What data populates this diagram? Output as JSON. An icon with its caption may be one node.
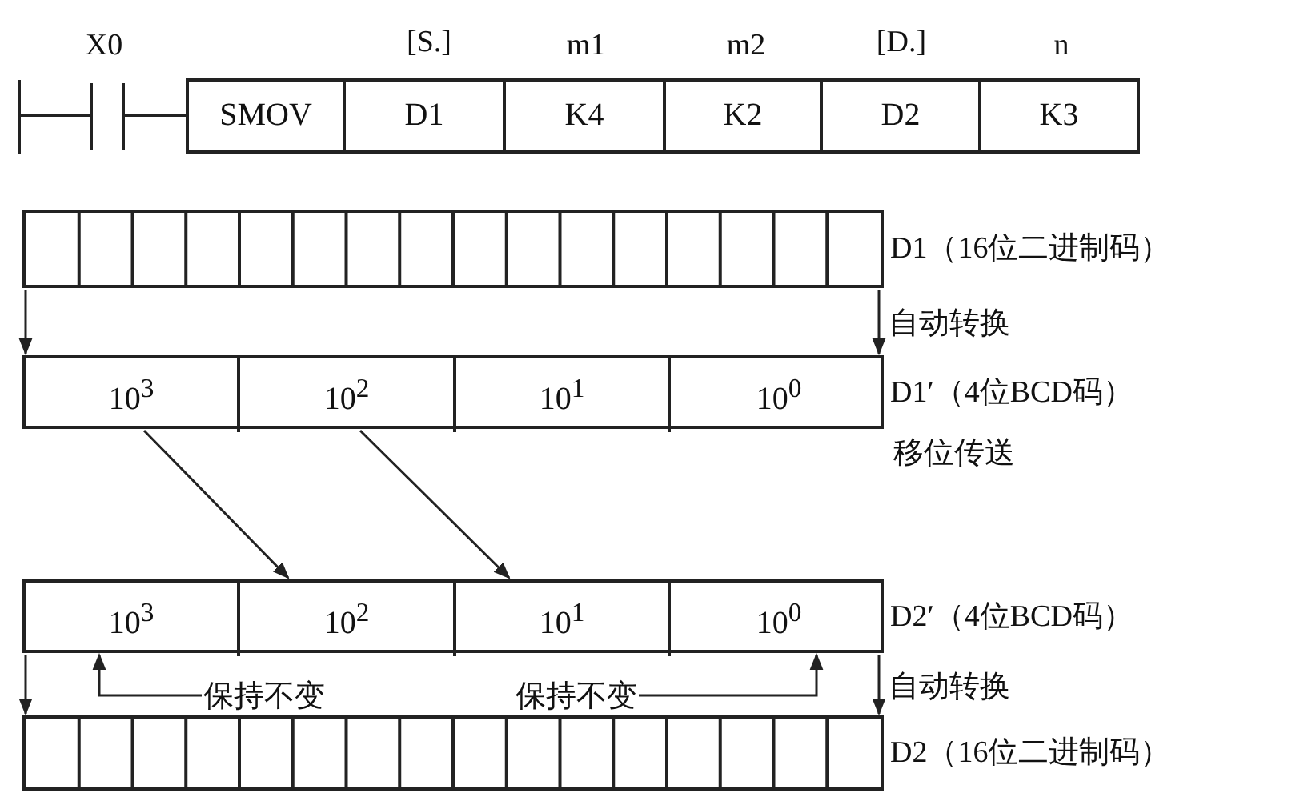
{
  "diagram": {
    "nodes": [
      {
        "text": [
          "SMOV"
        ]
      },
      {
        "text": [
          "D1"
        ]
      },
      {
        "text": [
          "K4"
        ]
      },
      {
        "text": [
          "K2"
        ]
      },
      {
        "text": [
          "D2"
        ]
      },
      {
        "text": [
          "K3"
        ]
      },
      {
        "text": [],
        "shape": "box",
        "beside": [
          "D1（16位二进制码）"
        ]
      },
      {
        "text": [],
        "shape": "box",
        "beside": [
          "D1′（4位BCD码）",
          "移位传送"
        ]
      },
      {
        "text": [
          "10$^{3}$"
        ],
        "in": 7
      },
      {
        "text": [
          "10$^{2}$"
        ],
        "in": 7
      },
      {
        "text": [
          "10$^{1}$"
        ],
        "in": 7
      },
      {
        "text": [
          "10$^{0}$"
        ],
        "in": 7
      },
      {
        "text": [],
        "shape": "box",
        "beside": [
          "D2′（4位BCD码）"
        ]
      },
      {
        "text": [
          "10$^{3}$"
        ],
        "in": 12
      },
      {
        "text": [
          "10$^{2}$"
        ],
        "in": 12
      },
      {
        "text": [
          "10$^{1}$"
        ],
        "in": 12
      },
      {
        "text": [
          "10$^{0}$"
        ],
        "in": 12
      },
      {
        "text": [
          "保持不变"
        ]
      },
      {
        "text": [
          "保持不变"
        ]
      },
      {
        "text": [],
        "shape": "box",
        "beside": [
          "D2（16位二进制码）"
        ]
      }
    ],
    "edges": [
      {
        "from": 6,
        "to": 7,
        "arrow": "to"
      },
      {
        "from": 6,
        "to": 7,
        "arrow": "to",
        "label": "自动转换"
      },
      {
        "from": 8,
        "to": 14,
        "arrow": "to"
      },
      {
        "from": 9,
        "to": 15,
        "arrow": "to"
      },
      {
        "from": 17,
        "to": 13,
        "arrow": "to"
      },
      {
        "from": 18,
        "to": 16,
        "arrow": "to"
      },
      {
        "from": 12,
        "to": 19,
        "arrow": "to"
      },
      {
        "from": 12,
        "to": 19,
        "arrow": "to",
        "label": "自动转换"
      }
    ],
    "labels": [
      "X0",
      "[S.]",
      "m1",
      "m2",
      "[D.]",
      "n"
    ]
  }
}
